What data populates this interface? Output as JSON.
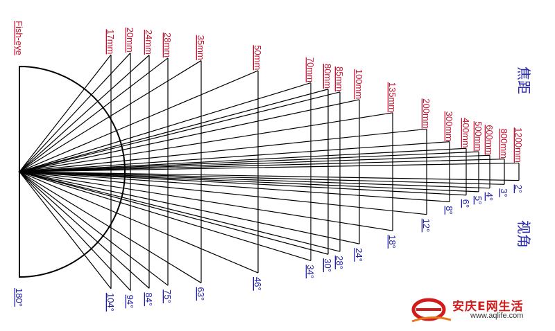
{
  "heading_focal": "焦距",
  "heading_angle": "视角",
  "lenses": [
    {
      "focal": "Fish-eye",
      "angle": "180°",
      "fisheye": true
    },
    {
      "focal": "17mm",
      "angle": "104°"
    },
    {
      "focal": "20mm",
      "angle": "94°"
    },
    {
      "focal": "24mm",
      "angle": "84°"
    },
    {
      "focal": "28mm",
      "angle": "75°"
    },
    {
      "focal": "35mm",
      "angle": "63°"
    },
    {
      "focal": "50mm",
      "angle": "46°"
    },
    {
      "focal": "70mm",
      "angle": "34°"
    },
    {
      "focal": "80mm",
      "angle": "30°"
    },
    {
      "focal": "85mm",
      "angle": "28°"
    },
    {
      "focal": "100mm",
      "angle": "24°"
    },
    {
      "focal": "135mm",
      "angle": "18°"
    },
    {
      "focal": "200mm",
      "angle": "12°"
    },
    {
      "focal": "300mm",
      "angle": "8°"
    },
    {
      "focal": "400mm",
      "angle": "6°"
    },
    {
      "focal": "500mm",
      "angle": "5°"
    },
    {
      "focal": "600mm",
      "angle": "4°"
    },
    {
      "focal": "800mm",
      "angle": "3°"
    },
    {
      "focal": "1200mm",
      "angle": "2°"
    }
  ],
  "watermark": {
    "text": "安庆E网生活",
    "url": "www.aqlife.com"
  },
  "colors": {
    "focal": "#c8102e",
    "angle": "#1a1aa8",
    "line": "#000000"
  }
}
